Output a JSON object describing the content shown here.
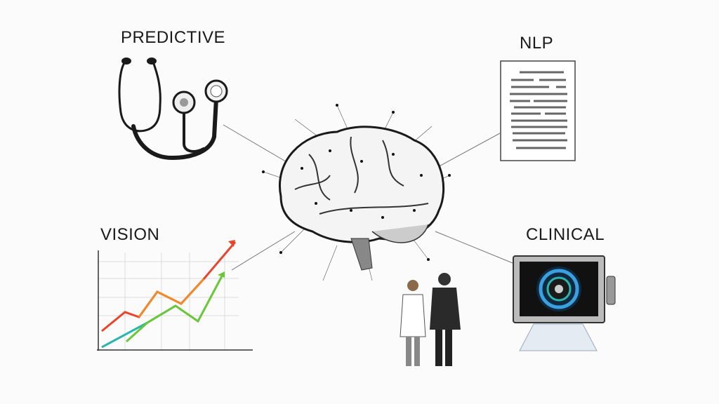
{
  "diagram": {
    "center": {
      "name": "AI brain network",
      "icon": "brain-network-icon"
    },
    "nodes": [
      {
        "id": "predictive",
        "label": "PREDICTIVE",
        "icon": "stethoscope-icon"
      },
      {
        "id": "nlp",
        "label": "NLP",
        "icon": "document-icon"
      },
      {
        "id": "vision",
        "label": "VISION",
        "icon": "line-chart-icon"
      },
      {
        "id": "clinical",
        "label": "CLINICAL",
        "icon": "eye-scan-monitor-icon"
      }
    ],
    "figures": {
      "icon": "doctor-and-patient-icon"
    },
    "colors": {
      "background": "#fbfbfb",
      "ink": "#1a1a1a",
      "chart_red": "#e8452c",
      "chart_orange": "#f08a2a",
      "chart_teal": "#2ab5b0",
      "chart_green": "#6cc63a",
      "screen_blue": "#3aa0e0"
    }
  }
}
